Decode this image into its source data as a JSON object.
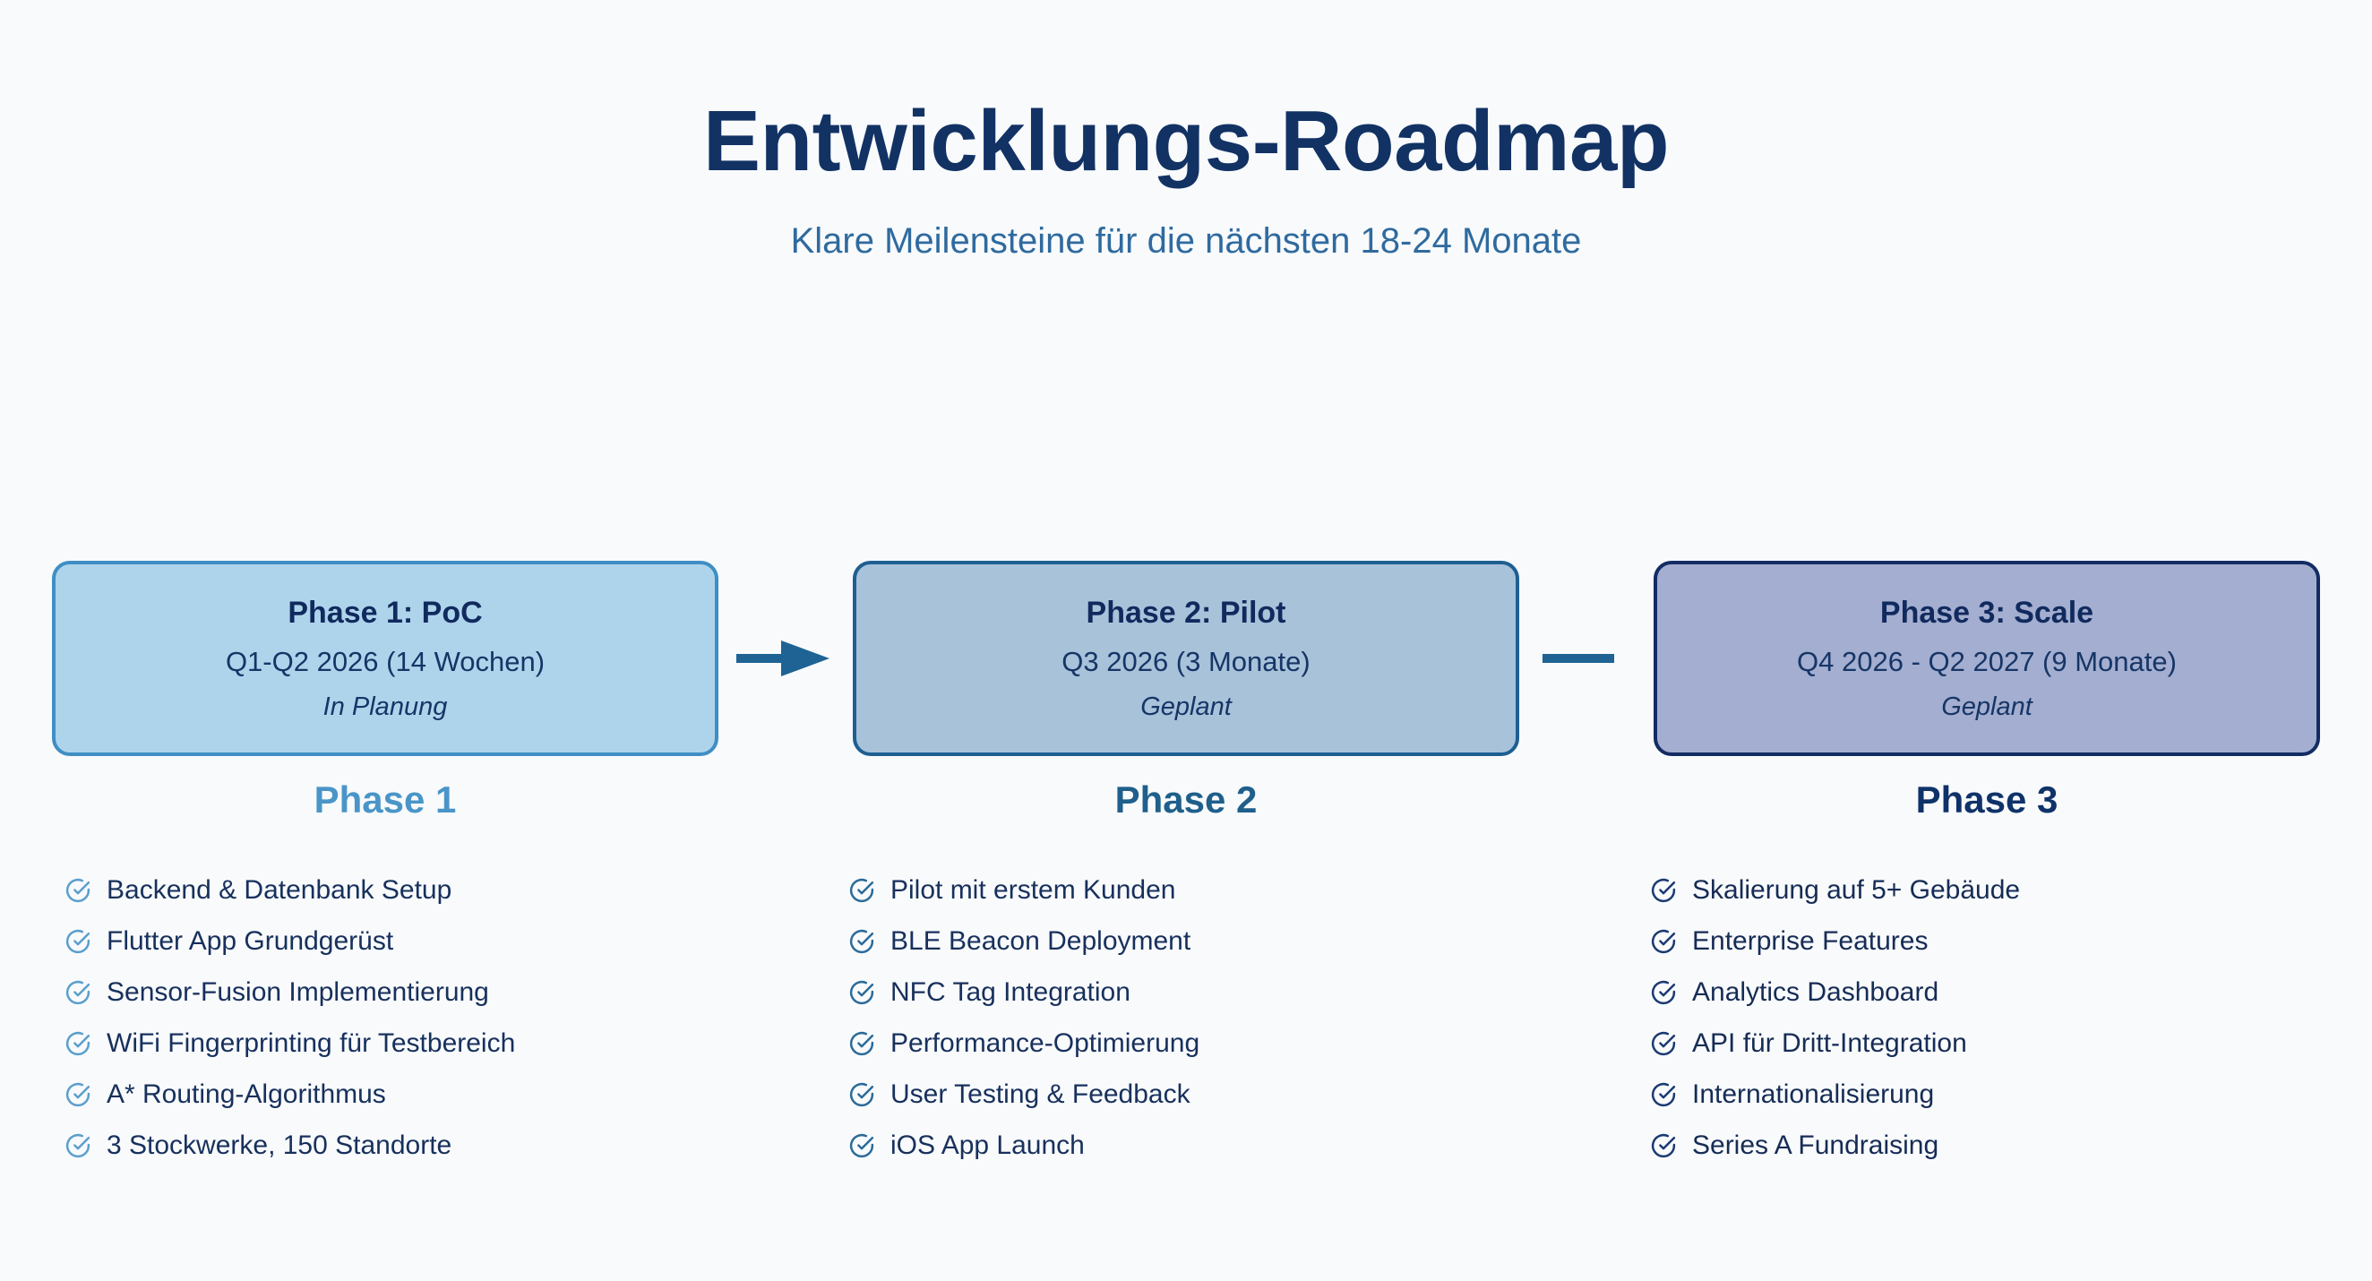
{
  "header": {
    "title": "Entwicklungs-Roadmap",
    "subtitle": "Klare Meilensteine für die nächsten 18-24 Monate"
  },
  "colors": {
    "background": "#f8fafc",
    "title": "#123264",
    "subtitle": "#2f6a9e",
    "phase1_fill": "#aed4ec",
    "phase1_border": "#3f8ec4",
    "phase2_fill": "#a8c2da",
    "phase2_border": "#1e5f92",
    "phase3_fill": "#a3aed0",
    "phase3_border": "#142c64",
    "phase1_label": "#4a95c8",
    "phase2_label": "#1f5f8b",
    "phase3_label": "#0f3269",
    "connector": "#1e6394",
    "check1": "#5a9fcc",
    "check2": "#2b6b99",
    "check3": "#1b3a72"
  },
  "phases": [
    {
      "box_title": "Phase 1: PoC",
      "period": "Q1-Q2 2026 (14 Wochen)",
      "status": "In Planung",
      "label": "Phase 1",
      "items": [
        "Backend & Datenbank Setup",
        "Flutter App Grundgerüst",
        "Sensor-Fusion Implementierung",
        "WiFi Fingerprinting für Testbereich",
        "A* Routing-Algorithmus",
        "3 Stockwerke, 150 Standorte"
      ]
    },
    {
      "box_title": "Phase 2: Pilot",
      "period": "Q3 2026 (3 Monate)",
      "status": "Geplant",
      "label": "Phase 2",
      "items": [
        "Pilot mit erstem Kunden",
        "BLE Beacon Deployment",
        "NFC Tag Integration",
        "Performance-Optimierung",
        "User Testing & Feedback",
        "iOS App Launch"
      ]
    },
    {
      "box_title": "Phase 3: Scale",
      "period": "Q4 2026 - Q2 2027 (9 Monate)",
      "status": "Geplant",
      "label": "Phase 3",
      "items": [
        "Skalierung auf 5+ Gebäude",
        "Enterprise Features",
        "Analytics Dashboard",
        "API für Dritt-Integration",
        "Internationalisierung",
        "Series A Fundraising"
      ]
    }
  ],
  "connectors": [
    {
      "type": "arrow-right-icon"
    },
    {
      "type": "line-horizontal-icon"
    }
  ]
}
